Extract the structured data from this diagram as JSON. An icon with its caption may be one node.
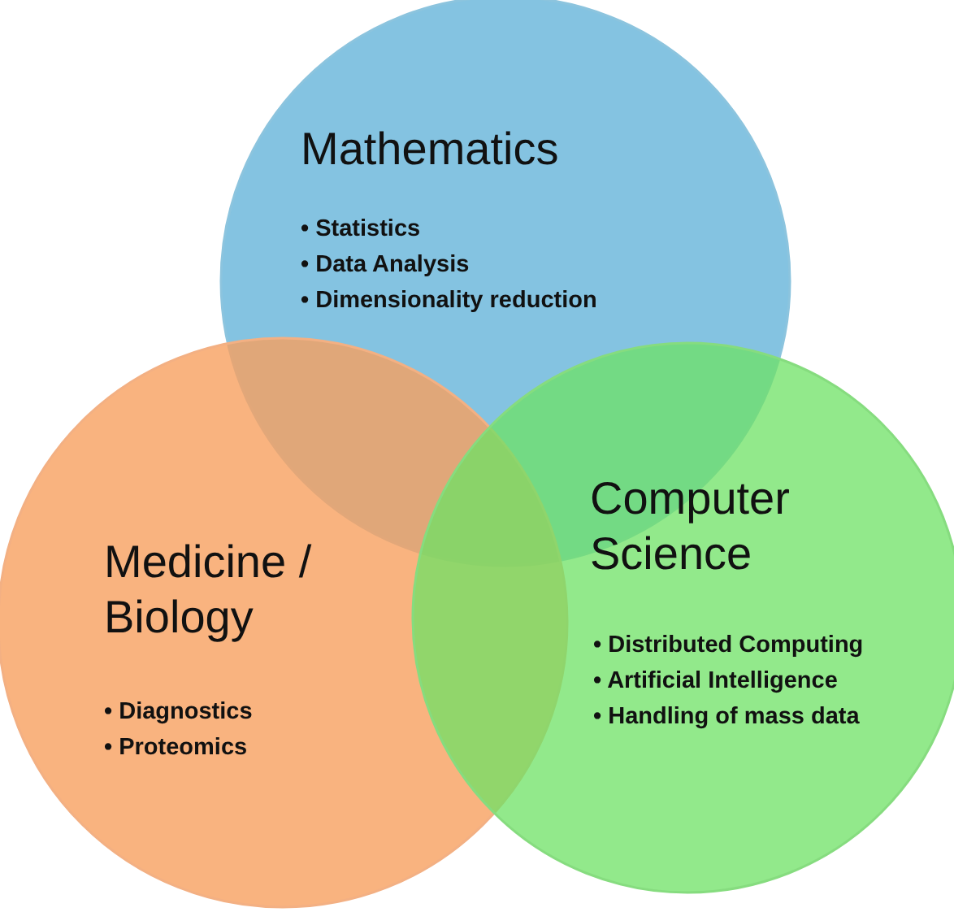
{
  "diagram": {
    "nodes": [
      {
        "text": [
          "Mathematics",
          "• Statistics",
          "• Data Analysis",
          "• Dimensionality reduction"
        ]
      },
      {
        "text": [
          "Medicine / Biology",
          "• Diagnostics",
          "• Proteomics"
        ]
      },
      {
        "text": [
          "Computer Science",
          "• Distributed Computing",
          "• Artificial Intelligence",
          "• Handling of mass data"
        ]
      }
    ]
  }
}
